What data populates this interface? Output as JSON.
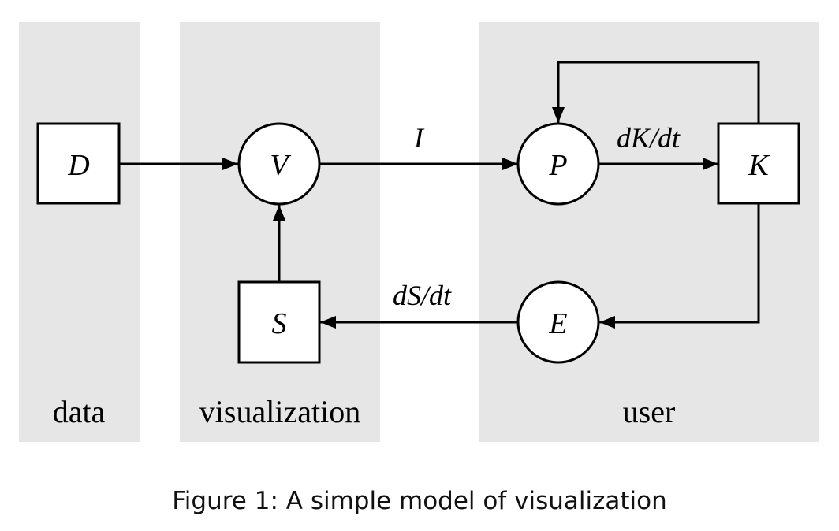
{
  "regions": {
    "data": "data",
    "visualization": "visualization",
    "user": "user"
  },
  "nodes": {
    "D": "D",
    "V": "V",
    "S": "S",
    "P": "P",
    "K": "K",
    "E": "E"
  },
  "edges": {
    "image": "I",
    "knowledge_rate": "dK/dt",
    "spec_rate": "dS/dt"
  },
  "caption": "Figure 1: A simple model of visualization",
  "colors": {
    "region_fill": "#e6e6e6",
    "stroke": "#000000"
  }
}
